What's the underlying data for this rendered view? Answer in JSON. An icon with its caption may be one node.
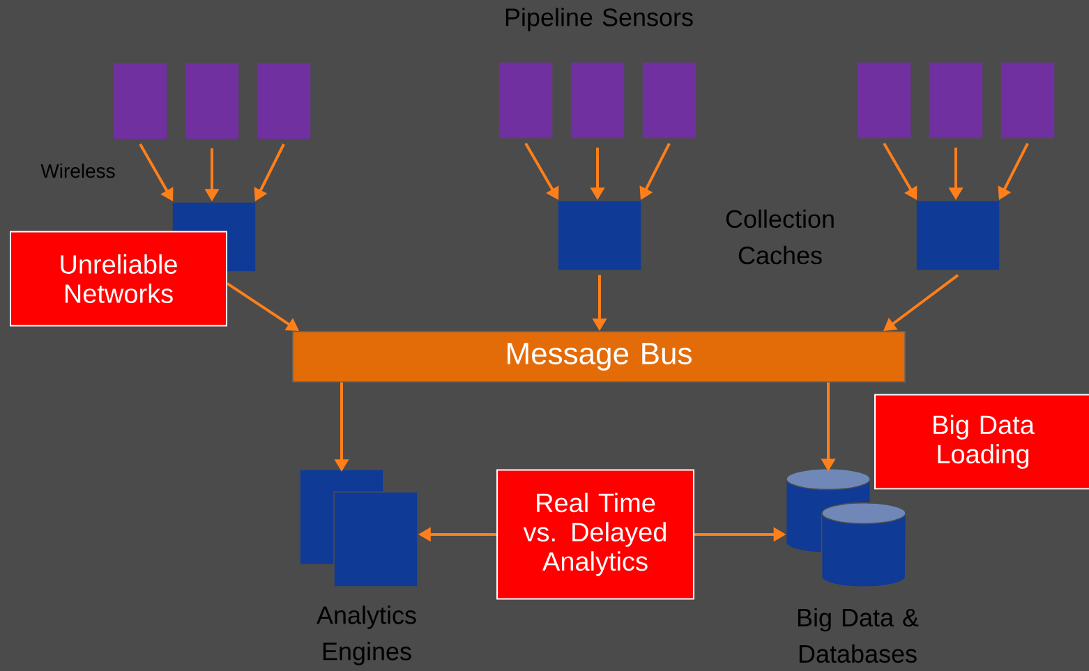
{
  "diagram": {
    "nodes": [
      {
        "text": [],
        "shape": "box"
      },
      {
        "text": [],
        "shape": "box"
      },
      {
        "text": [],
        "shape": "box"
      },
      {
        "text": [],
        "shape": "box"
      },
      {
        "text": [],
        "shape": "box"
      },
      {
        "text": [],
        "shape": "box"
      },
      {
        "text": [],
        "shape": "box"
      },
      {
        "text": [],
        "shape": "box"
      },
      {
        "text": [],
        "shape": "box"
      },
      {
        "text": [],
        "shape": "box"
      },
      {
        "text": [],
        "shape": "box"
      },
      {
        "text": [],
        "shape": "box"
      },
      {
        "text": [
          "Unreliable Networks"
        ]
      },
      {
        "text": [
          "Message Bus"
        ]
      },
      {
        "text": [],
        "shape": "box"
      },
      {
        "text": [],
        "shape": "box",
        "beside": [
          "Analytics Engines"
        ]
      },
      {
        "text": [],
        "shape": "cylinder"
      },
      {
        "text": [],
        "shape": "cylinder",
        "beside": [
          "Big Data & Databases"
        ]
      },
      {
        "text": [
          "Real Time vs. Delayed Analytics"
        ]
      },
      {
        "text": [
          "Big Data Loading"
        ]
      }
    ],
    "edges": [
      {
        "from": 0,
        "to": 9,
        "arrow": "to"
      },
      {
        "from": 1,
        "to": 9,
        "arrow": "to"
      },
      {
        "from": 2,
        "to": 9,
        "arrow": "to"
      },
      {
        "from": 3,
        "to": 10,
        "arrow": "to"
      },
      {
        "from": 4,
        "to": 10,
        "arrow": "to"
      },
      {
        "from": 5,
        "to": 10,
        "arrow": "to"
      },
      {
        "from": 6,
        "to": 11,
        "arrow": "to"
      },
      {
        "from": 7,
        "to": 11,
        "arrow": "to"
      },
      {
        "from": 8,
        "to": 11,
        "arrow": "to"
      },
      {
        "from": 12,
        "to": 13,
        "arrow": "to"
      },
      {
        "from": 10,
        "to": 13,
        "arrow": "to"
      },
      {
        "from": 11,
        "to": 13,
        "arrow": "to"
      },
      {
        "from": 13,
        "to": 14,
        "arrow": "to"
      },
      {
        "from": 13,
        "to": 16,
        "arrow": "to"
      },
      {
        "from": 18,
        "to": 15,
        "arrow": "to"
      },
      {
        "from": 18,
        "to": 16,
        "arrow": "to"
      }
    ],
    "labels": [
      "Pipeline Sensors",
      "Wireless",
      "Collection Caches"
    ]
  }
}
